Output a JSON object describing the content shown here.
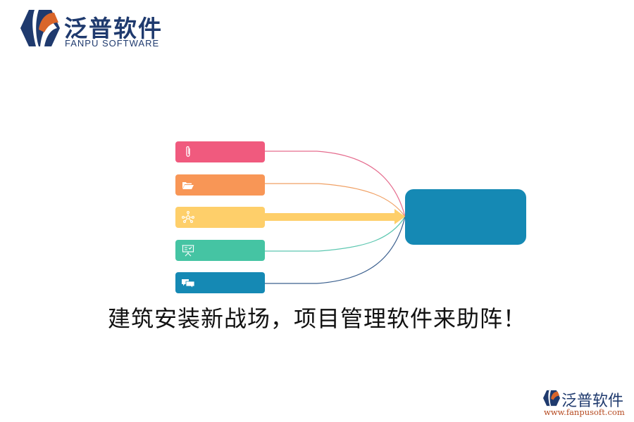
{
  "logo_top": {
    "name_cn": "泛普软件",
    "name_en": "FANPU SOFTWARE",
    "icon": "fanpu-hexagon-logo-icon",
    "colors": {
      "navy": "#1f3a6e",
      "orange": "#d9652a"
    }
  },
  "diagram": {
    "type": "many-to-one flow",
    "sources": [
      {
        "id": "attachment",
        "icon": "paperclip-icon",
        "color": "#f05a7e"
      },
      {
        "id": "folder",
        "icon": "folder-open-icon",
        "color": "#f89656"
      },
      {
        "id": "network",
        "icon": "network-nodes-icon",
        "color": "#fecf6a"
      },
      {
        "id": "presentation",
        "icon": "presentation-board-icon",
        "color": "#45c4a3"
      },
      {
        "id": "chat",
        "icon": "chat-bubbles-icon",
        "color": "#1589b4"
      }
    ],
    "target": {
      "color": "#1589b4"
    },
    "main_arrow_color": "#fecf6a"
  },
  "caption": "建筑安装新战场，项目管理软件来助阵！",
  "logo_bottom": {
    "name_cn": "泛普软件",
    "url": "www.fanpusoft.com",
    "icon": "fanpu-hexagon-logo-icon"
  }
}
